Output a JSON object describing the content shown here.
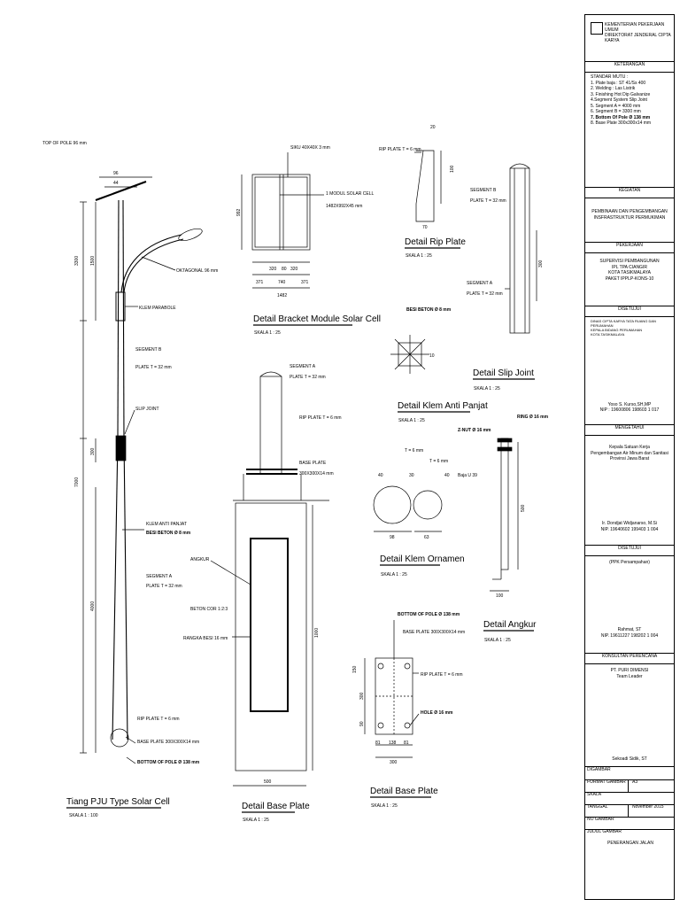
{
  "drawing": {
    "labels": {
      "top_of_pole": "TOP OF POLE 96 mm",
      "dim_96": "96",
      "dim_44": "44",
      "oktagonal": "OKTAGONAL 96 mm",
      "klem_parabole": "KLEM PARABOLE",
      "segment_b": "SEGMENT B",
      "plate_32": "PLATE T = 32 mm",
      "slip_joint": "SLIP JOINT",
      "klem_anti_panjat": "KLEM ANTI PANJAT",
      "besi_beton_8": "BESI BETON Ø 8 mm",
      "segment_a": "SEGMENT A",
      "rip_plate_6": "RIP PLATE T = 6 mm",
      "base_plate_300": "BASE PLATE 300X300X14 mm",
      "bottom_of_pole": "BOTTOM OF POLE Ø 138 mm",
      "dim_1500": "1500",
      "dim_3300": "3300",
      "dim_7000": "7000",
      "dim_4000": "4000",
      "dim_300": "300",
      "siku": "SIKU 40X40X 3 mm",
      "modul_solar": "1 MODUL SOLAR CELL",
      "modul_dim": "1482X992X45 mm",
      "dim_992": "992",
      "dim_371": "371",
      "dim_320": "320",
      "dim_740": "740",
      "dim_80": "80",
      "dim_1482": "1482",
      "angkur": "ANGKUR",
      "beton_cor": "BETON COR 1:2:3",
      "rangka_besi": "RANGKA BESI 16 mm",
      "base_plate_300x300": "300X300X14 mm",
      "base_plate": "BASE PLATE",
      "dim_500": "500",
      "dim_1000": "1000",
      "dim_20": "20",
      "dim_100": "100",
      "dim_70": "70",
      "dim_10": "10",
      "t6": "T = 6 mm",
      "dim_40": "40",
      "dim_30": "30",
      "dim_98": "98",
      "dim_63": "63",
      "u_nut": "Z-NUT Ø 16 mm",
      "ring": "RING Ø 16 mm",
      "baja_u": "Baja U 39",
      "dim_500b": "500",
      "dim_100b": "100",
      "hole": "HOLE Ø 16 mm",
      "dim_81": "81",
      "dim_138": "138",
      "dim_150": "150",
      "dim_90": "90"
    },
    "titles": {
      "tiang": "Tiang PJU Type Solar Cell",
      "tiang_scale": "SKALA 1 : 100",
      "bracket": "Detail Bracket Module Solar Cell",
      "bracket_scale": "SKALA 1 : 25",
      "rip": "Detail Rip Plate",
      "rip_scale": "SKALA 1 : 25",
      "slip": "Detail Slip Joint",
      "slip_scale": "SKALA 1 : 25",
      "klem_panjat": "Detail Klem Anti Panjat",
      "klem_panjat_scale": "SKALA 1 : 25",
      "klem_ornamen": "Detail Klem Ornamen",
      "klem_ornamen_scale": "SKALA 1 : 25",
      "angkur": "Detail Angkur",
      "angkur_scale": "SKALA 1 : 25",
      "base1": "Detail Base Plate",
      "base1_scale": "SKALA 1 : 25",
      "base2": "Detail Base Plate",
      "base2_scale": "SKALA 1 : 25"
    }
  },
  "title_block": {
    "ministry": [
      "KEMENTERIAN PEKERJAAN UMUM",
      "DIREKTORAT JENDERAL CIPTA KARYA"
    ],
    "keterangan_hd": "KETERANGAN",
    "standar": [
      "STANDAR MUTU :",
      "1. Plate baja : ST 41/Ss 400",
      "2. Welding : Las Listrik",
      "3. Finishing Hot Dip Galvanize",
      "4.Segment System Slip Joint",
      "5. Segment A = 4000 mm",
      "6. Segment B = 3300 mm",
      "7. Bottom Of Pole Ø 138 mm",
      "8. Base Plate 300x300x14 mm"
    ],
    "kegiatan_hd": "KEGIATAN",
    "kegiatan": [
      "PEMBINAAN DAN PENGEMBANGAN",
      "INSFRASTRUKTUR PERMUKIMAN"
    ],
    "pekerjaan_hd": "PEKERJAAN",
    "pekerjaan": [
      "SUPERVISI PEMBANGUNAN",
      "IPL TPA CIANGIR",
      "KOTA TASIKMALAYA",
      "PAKET IPPLP-KONS-10"
    ],
    "disetujui_hd": "DISETUJUI",
    "disetujui": [
      "DINAS CIPTA KARYA TATA RUANG DAN PERUMAHAN",
      "KEPALA BIDANG PERUMAHAN",
      "KOTA TASIKMALAYA"
    ],
    "signer1": "Yoso S. Kurso,SH,MP",
    "signer1_nip": "NIP : 19600806 198603 1 017",
    "mengetahui_hd": "MENGETAHUI",
    "mengetahui": [
      "Kepala Satuan Kerja",
      "Pengembangan Air Minum dan Sanitasi",
      "Provinsi Jawa Barat"
    ],
    "signer2": "Ir. Dondjat Widjanarso, M.Si",
    "signer2_nip": "NIP. 19640602 199403 1 004",
    "disetujui2_hd": "DISETUJUI",
    "ppk": "(PPK Persampahan)",
    "signer3": "Rahmat, ST",
    "signer3_nip": "NIP. 19611227 198202 1 004",
    "konsultan_hd": "KONSULTAN PERENCANA",
    "konsultan": [
      "PT. PURI DIMENSI",
      "Team Leader"
    ],
    "signer4": "Sekoadi Sidik, ST",
    "digambar": "DIGAMBAR",
    "format": "FORMAT GAMBAR",
    "format_val": "A3",
    "skala": "SKALA",
    "tanggal": "TANGGAL",
    "tanggal_val": "November 2015",
    "no_gambar": "NO GAMBAR",
    "judul": "JUDUL GAMBAR",
    "judul_val": "PENERANGAN JALAN"
  }
}
